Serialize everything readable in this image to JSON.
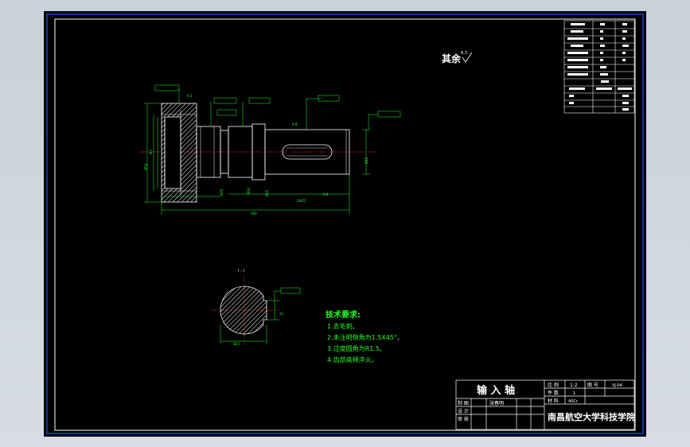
{
  "notes": {
    "roughness_label": "其余",
    "roughness_value": "6.3",
    "section_label": "I - I",
    "tech_title": "技术要求:",
    "tech_items": [
      "1.去毛刺。",
      "2.未注明倒角为1.5X45°。",
      "3.过度圆角为R1.5。",
      "4.齿部高频淬火。"
    ]
  },
  "title_block": {
    "part_name": "输 入 轴",
    "scale_label": "比 例",
    "scale_value": "1:2",
    "drawing_no_label": "图 号",
    "drawing_no_value": "XJ-04",
    "quantity_label": "件 数",
    "quantity_value": "1",
    "material_label": "材 料",
    "material_value": "40Cr",
    "drafter_label": "制 图",
    "drafter_name": "张春明",
    "designer_label": "设 计",
    "reviewer_label": "审 核",
    "school": "南昌航空大学科技学院"
  },
  "colors": {
    "background": "#000000",
    "outline": "#ffffff",
    "annotation": "#22ff22",
    "border": "#2255ff",
    "hatch": "#ffffff"
  }
}
